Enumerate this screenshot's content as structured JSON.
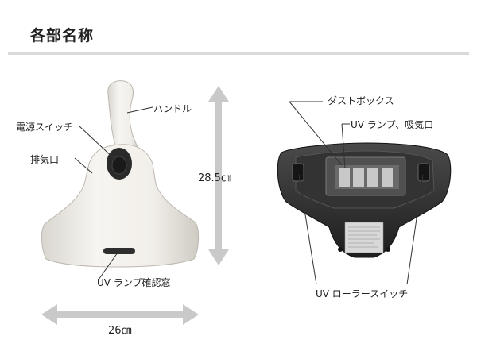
{
  "page": {
    "title": "各部名称"
  },
  "labels": {
    "handle": "ハンドル",
    "power_switch": "電源スイッチ",
    "exhaust": "排気口",
    "uv_lamp_window": "UV ランプ確認窓",
    "height": "28.5㎝",
    "width": "26㎝",
    "dust_box": "ダストボックス",
    "uv_lamp_intake": "UV ランプ、吸気口",
    "uv_roller_switch": "UV ローラースイッチ"
  },
  "colors": {
    "arrow": "#c9c9c9",
    "device_body": "#f4f2ee",
    "base_dark": "#2b2b2b"
  }
}
